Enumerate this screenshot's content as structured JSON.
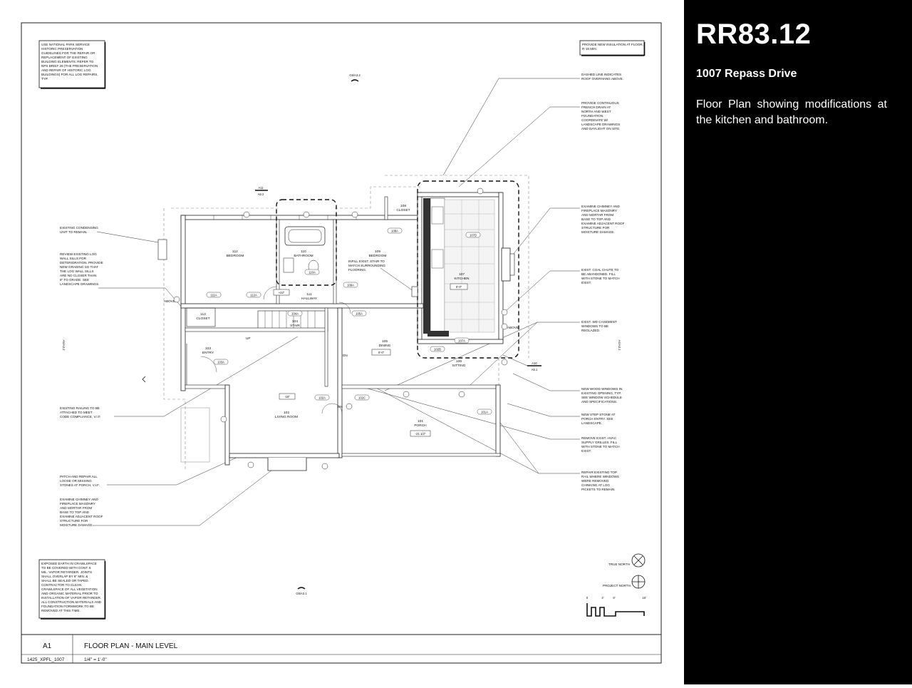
{
  "slide": {
    "title": "RR83.12",
    "address": "1007 Repass Drive",
    "description": "Floor Plan showing modifications at the kitchen and bathroom."
  },
  "notes_left": {
    "preservation": [
      "USE NATIONAL PARK SERVICE",
      "HISTORIC PRESERVATION",
      "GUIDELINES FOR THE REPAIR OR",
      "REPLACEMENT OF EXISTING",
      "BUILDING ELEMENTS. REFER TO",
      "NPS BRIEF 26 (THE PRESERVATION",
      "AND REPAIR OF HISTORIC LOG",
      "BUILDINGS) FOR ALL LOG REPAIRS,",
      "TYP."
    ],
    "condensing": [
      "EXISTING CONDENSING",
      "UNIT TO REMAIN."
    ],
    "log_wall": [
      "REVIEW EXISTING LOG",
      "WALL SILLS FOR",
      "DETERIORATION. PROVIDE",
      "NEW GRADING SO THAT",
      "THE LOG WALL SILLS",
      "ARE NO CLOSER THAN",
      "8\" TO GRADE. SEE",
      "LANDSCAPE DRAWINGS."
    ],
    "railing": [
      "EXISTING RAILING TO BE",
      "ATTACHED TO MEET",
      "CODE COMPLIANCE, V.I.F."
    ],
    "patch": [
      "PATCH AND REPAIR ALL",
      "LOOSE OR MISSING",
      "STONES AT PORCH, V.I.F."
    ],
    "chimney": [
      "EXAMINE CHIMNEY AND",
      "FIREPLACE MASONRY",
      "AND MORTAR FROM",
      "BASE TO TOP AND",
      "EXAMINE ADJACENT ROOF",
      "STRUCTURE FOR",
      "MOISTURE DAMAGE."
    ],
    "crawlspace": [
      "EXPOSED EARTH IN CRAWLSPACE",
      "TO BE COVERED WITH CONT. 6",
      "MIL. VAPOR RETARDER. JOINTS",
      "SHALL OVERLAP BY 6\" MIN. &",
      "SHALL BE SEALED OR TAPED.",
      "CONTRACTOR TO CLEAN",
      "CRAWLSPACE OF ALL VEGETATION",
      "AND ORGANIC MATERIAL PRIOR TO",
      "INSTALLATION OF VAPOR RETARDER.",
      "ALL CONSTRUCTION MATERIALS AND",
      "FOUNDATION FORMWORK TO BE",
      "REMOVED AT THIS TIME."
    ]
  },
  "notes_right": {
    "insulation": [
      "PROVIDE NEW INSULATION AT FLOOR,",
      "R-19 MIN."
    ],
    "dashed": [
      "DASHED LINE INDICATES",
      "ROOF OVERHANG ABOVE."
    ],
    "french_drain": [
      "PROVIDE CONTINUOUS",
      "FRENCH DRAIN AT",
      "NORTH AND WEST",
      "FOUNDATION.",
      "COORDINATE W/",
      "LANDSCAPE DRAWINGS",
      "AND DAYLIGHT ON SITE."
    ],
    "chimney": [
      "EXAMINE CHIMNEY AND",
      "FIREPLACE MASONRY",
      "AND MORTAR FROM",
      "BASE TO TOP AND",
      "EXAMINE ADJACENT ROOF",
      "STRUCTURE FOR",
      "MOISTURE DAMAGE."
    ],
    "coal_chute": [
      "EXIST. COAL CHUTE TO",
      "BE ABANDONED. FILL",
      "WITH STONE TO MATCH",
      "EXIST."
    ],
    "casement": [
      "EXIST. WD CASEMENT",
      "WINDOWS TO BE",
      "REGLAZED."
    ],
    "wood_windows": [
      "NEW WOOD WINDOWS IN",
      "EXISTING OPENING, TYP.",
      "SEE WINDOW SCHEDULE",
      "AND SPECIFICATIONS."
    ],
    "step_stone": [
      "NEW STEP STONE AT",
      "PORCH ENTRY. SEE",
      "LANDSCAPE."
    ],
    "hvac": [
      "REMOVE EXIST. HVAC",
      "SUPPLY GRILLES. FILL",
      "WITH STONE TO MATCH",
      "EXIST."
    ],
    "top_rail": [
      "REPAIR EXISTING TOP",
      "RAIL WHERE WINDOWS",
      "WERE REMOVED.",
      "CHINKING AT LOG",
      "PICKETS TO REMAIN."
    ]
  },
  "rooms": {
    "r112": [
      "112",
      "BEDROOM"
    ],
    "r110": [
      "110",
      "BATHROOM"
    ],
    "r109": [
      "109",
      "BEDROOM"
    ],
    "r108": [
      "108",
      "CLOSET"
    ],
    "r107": [
      "107",
      "KITCHEN"
    ],
    "r111": [
      "111",
      "HALLWAY"
    ],
    "r113": [
      "113",
      "CLOSET"
    ],
    "r104": [
      "104",
      "STAIR"
    ],
    "r103": [
      "103",
      "ENTRY"
    ],
    "r105": [
      "105",
      "DINING"
    ],
    "r106": [
      "106",
      "SITTING"
    ],
    "r102": [
      "102",
      "LIVING ROOM"
    ],
    "r101": [
      "101",
      "PORCH"
    ]
  },
  "plan_labels": {
    "stair_infill": [
      "INFILL EXIST. STAIR TO",
      "MATCH SURROUNDING",
      "FLOORING."
    ],
    "up": "UP",
    "dn1": "DN",
    "dn2": "DN",
    "above1": "ABOVE",
    "above2": "ABOVE",
    "elev1": "+22\"",
    "elev2": "0'-0\"",
    "elev3": "0'-0\"",
    "elev4": "-16\"",
    "elev5": "-21 1/2\"",
    "tags": [
      "111A",
      "112A",
      "109A",
      "110A",
      "108A",
      "107D",
      "104A",
      "105A",
      "107A",
      "102B",
      "102A",
      "103A",
      "101A",
      "102C"
    ],
    "marker_top": "G5/A3.2",
    "marker_bottom": "G5/A3.1",
    "marker_left": "A5/A3.2",
    "marker_right": "A4/A3.1",
    "section_a11": "A11",
    "section_a11_sheet": "A6.2",
    "section_a10": "A10",
    "section_a10_sheet": "A6.1",
    "true_north": "TRUE NORTH",
    "project_north": "PROJECT NORTH",
    "scale_ticks": [
      "0",
      "4'",
      "8'",
      "16'"
    ]
  },
  "title_block": {
    "sheet_id": "A1",
    "sheet_title": "FLOOR PLAN - MAIN LEVEL",
    "file_name": "1425_XPFL_1007",
    "scale": "1/4\" = 1'-0\""
  }
}
